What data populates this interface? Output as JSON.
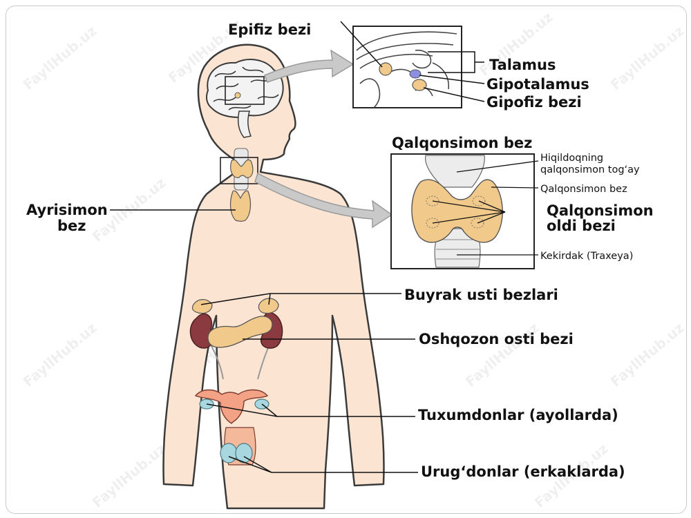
{
  "watermark": "FayllHub.uz",
  "colors": {
    "skin": "#fbe4d2",
    "outline": "#3a3a3a",
    "gland": "#f1c98a",
    "kidney": "#8b3a3f",
    "ovary": "#f4a285",
    "testis": "#a9d7df",
    "hypothalamus": "#8c8fe0",
    "arrow": "#bdbdbd"
  },
  "labels": {
    "pineal": "Epifiz bezi",
    "thalamus": "Talamus",
    "hypothalamus": "Gipotalamus",
    "pituitary": "Gipofiz bezi",
    "thyroid_title": "Qalqonsimon bez",
    "thyroid_cartilage_line1": "Hiqildoqning",
    "thyroid_cartilage_line2": "qalqonsimon tog‘ay",
    "thyroid_gland": "Qalqonsimon bez",
    "parathyroid_line1": "Qalqonsimon",
    "parathyroid_line2": "oldi bezi",
    "trachea": "Kekirdak (Traxeya)",
    "thymus_line1": "Ayrisimon",
    "thymus_line2": "bez",
    "adrenal": "Buyrak usti bezlari",
    "pancreas": "Oshqozon osti bezi",
    "ovaries": "Tuxumdonlar (ayollarda)",
    "testes": "Urug‘donlar (erkaklarda)"
  }
}
